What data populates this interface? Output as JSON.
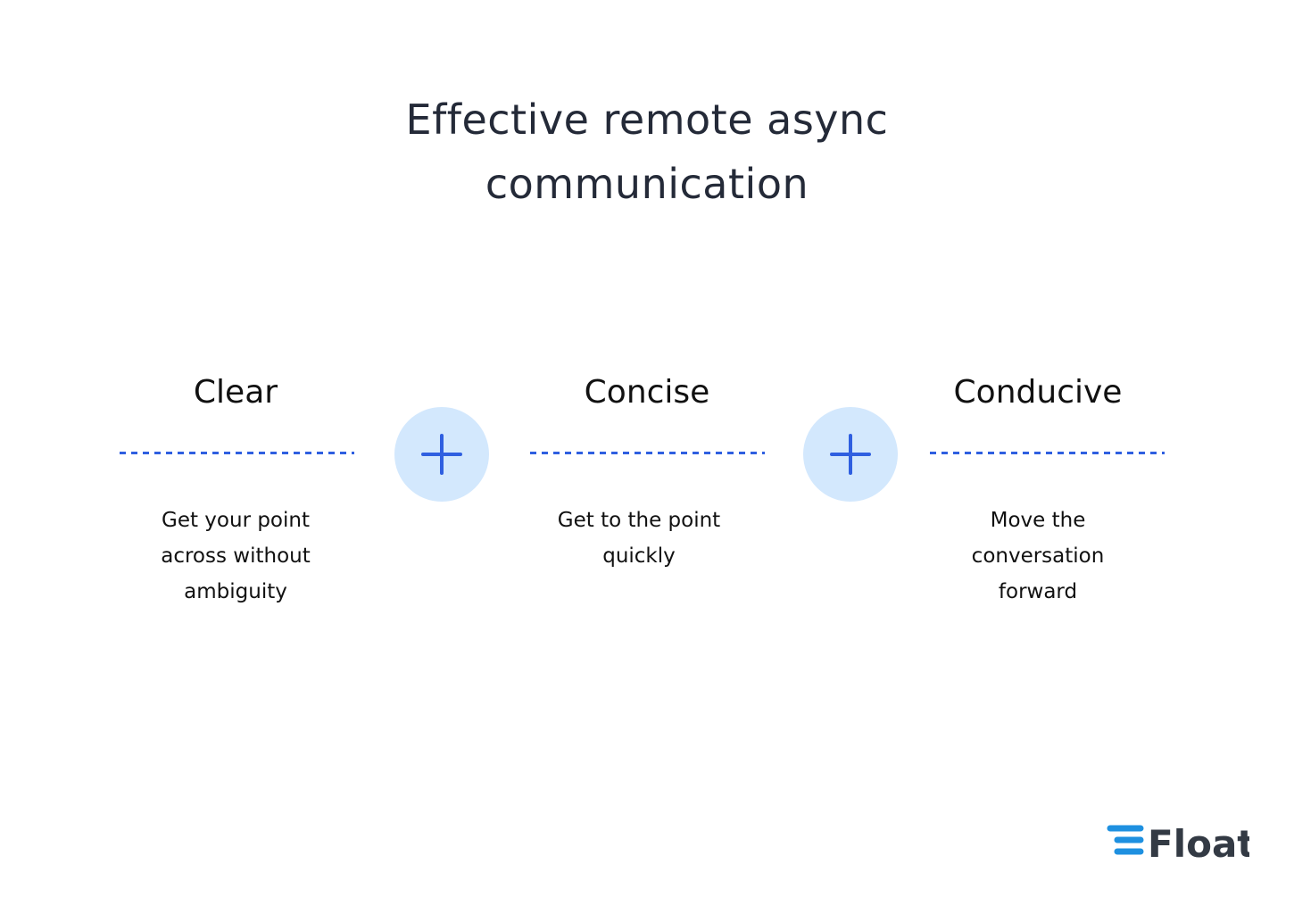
{
  "title": {
    "line1": "Effective remote async",
    "line2": "communication"
  },
  "columns": [
    {
      "heading": "Clear",
      "lines": [
        "Get your point",
        "across without",
        "ambiguity"
      ]
    },
    {
      "heading": "Concise",
      "lines": [
        "Get to the point",
        "quickly"
      ]
    },
    {
      "heading": "Conducive",
      "lines": [
        "Move the",
        "conversation",
        "forward"
      ]
    }
  ],
  "connectors": [
    "plus-icon",
    "plus-icon"
  ],
  "logo": {
    "text": "Float"
  },
  "colors": {
    "accent": "#2f5fe0",
    "circle": "#d3e8fd",
    "title": "#242a38",
    "logo_blue": "#1e90e0",
    "logo_text": "#333a44"
  }
}
